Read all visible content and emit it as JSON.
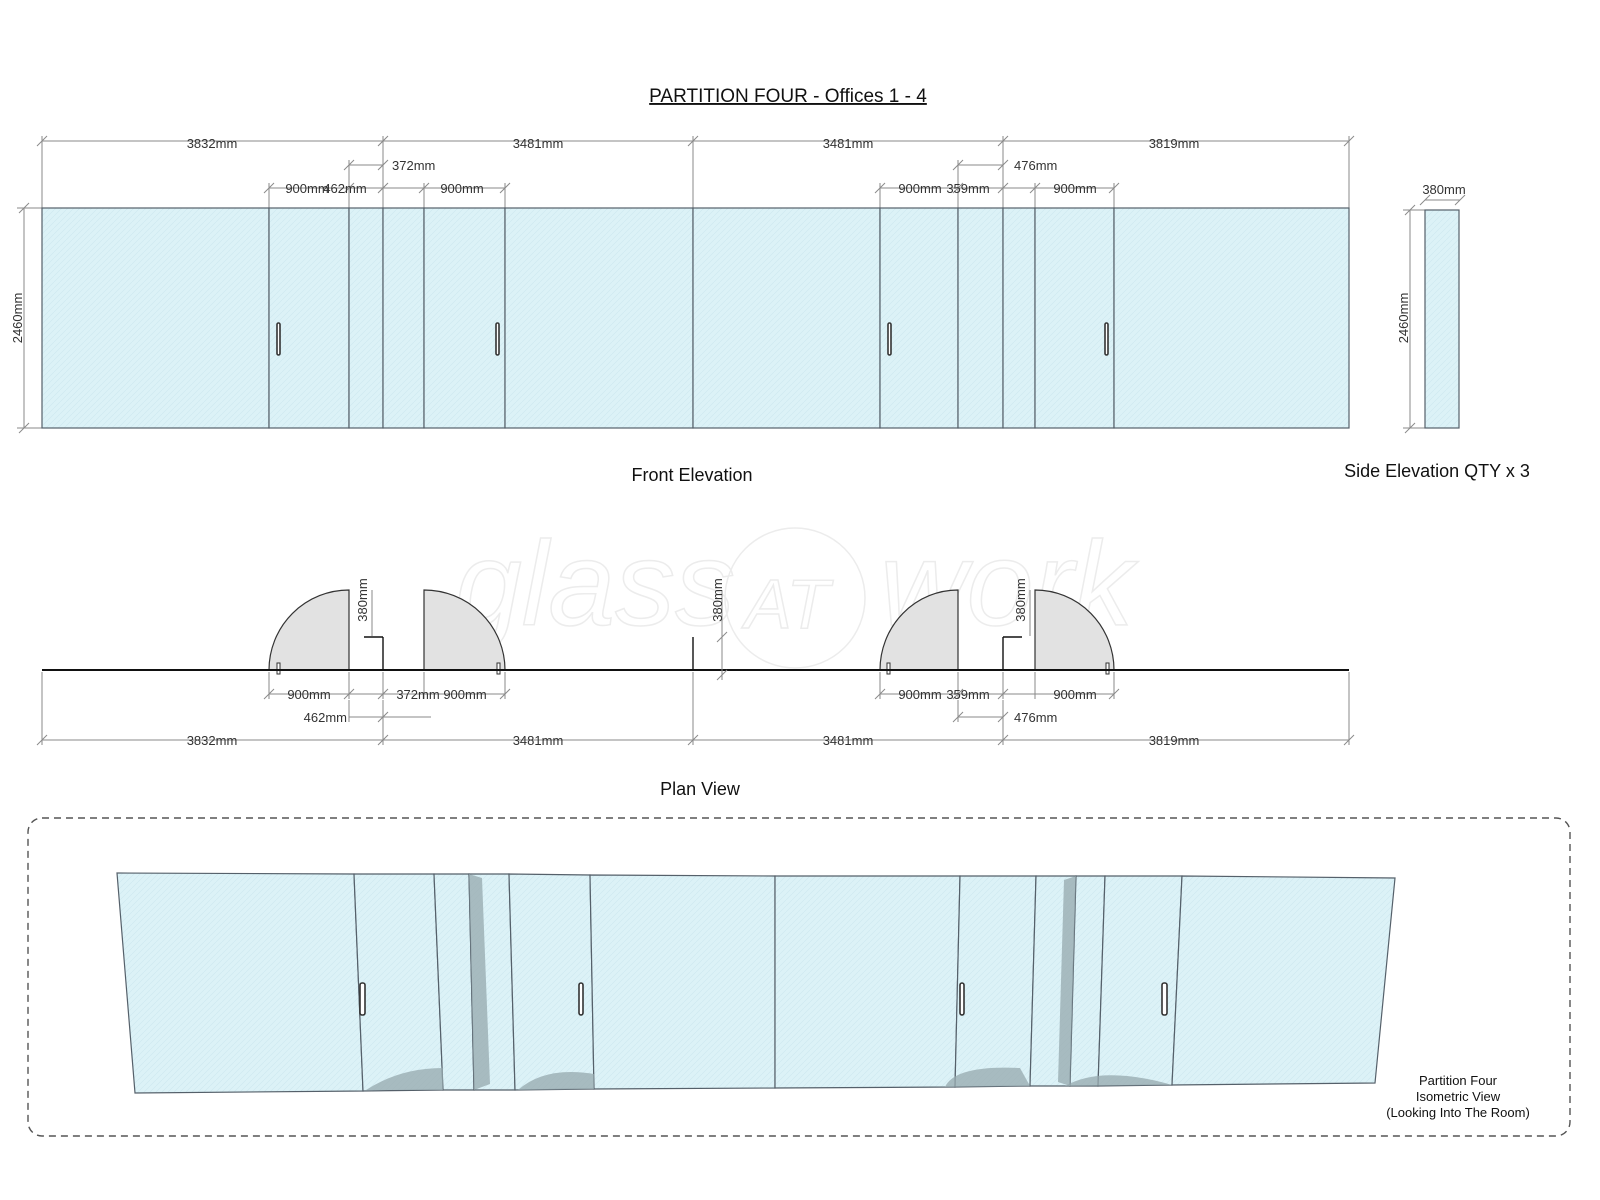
{
  "title": "PARTITION FOUR - Offices 1 - 4",
  "watermark": {
    "left": "glass",
    "center": "AT",
    "right": "work"
  },
  "front_elevation": {
    "label": "Front Elevation",
    "dims_top": [
      "3832mm",
      "3481mm",
      "3481mm",
      "3819mm"
    ],
    "dims_mid": [
      "372mm",
      "476mm"
    ],
    "dims_low": [
      "900mm",
      "462mm",
      "900mm",
      "900mm",
      "359mm",
      "900mm"
    ],
    "height": "2460mm"
  },
  "side_elevation": {
    "label": "Side Elevation QTY x 3",
    "width": "380mm",
    "height": "2460mm"
  },
  "plan_view": {
    "label": "Plan View",
    "dims_upper": [
      "900mm",
      "372mm",
      "900mm",
      "900mm",
      "359mm",
      "900mm"
    ],
    "dims_mid": [
      "462mm",
      "476mm"
    ],
    "dims_bottom": [
      "3832mm",
      "3481mm",
      "3481mm",
      "3819mm"
    ],
    "return_depth": [
      "380mm",
      "380mm",
      "380mm"
    ]
  },
  "isometric": {
    "caption": [
      "Partition Four",
      "Isometric View",
      "(Looking Into The Room)"
    ]
  },
  "colors": {
    "glass": "#dff3f8",
    "line": "#55606a",
    "dimension": "#8a8a8a"
  }
}
